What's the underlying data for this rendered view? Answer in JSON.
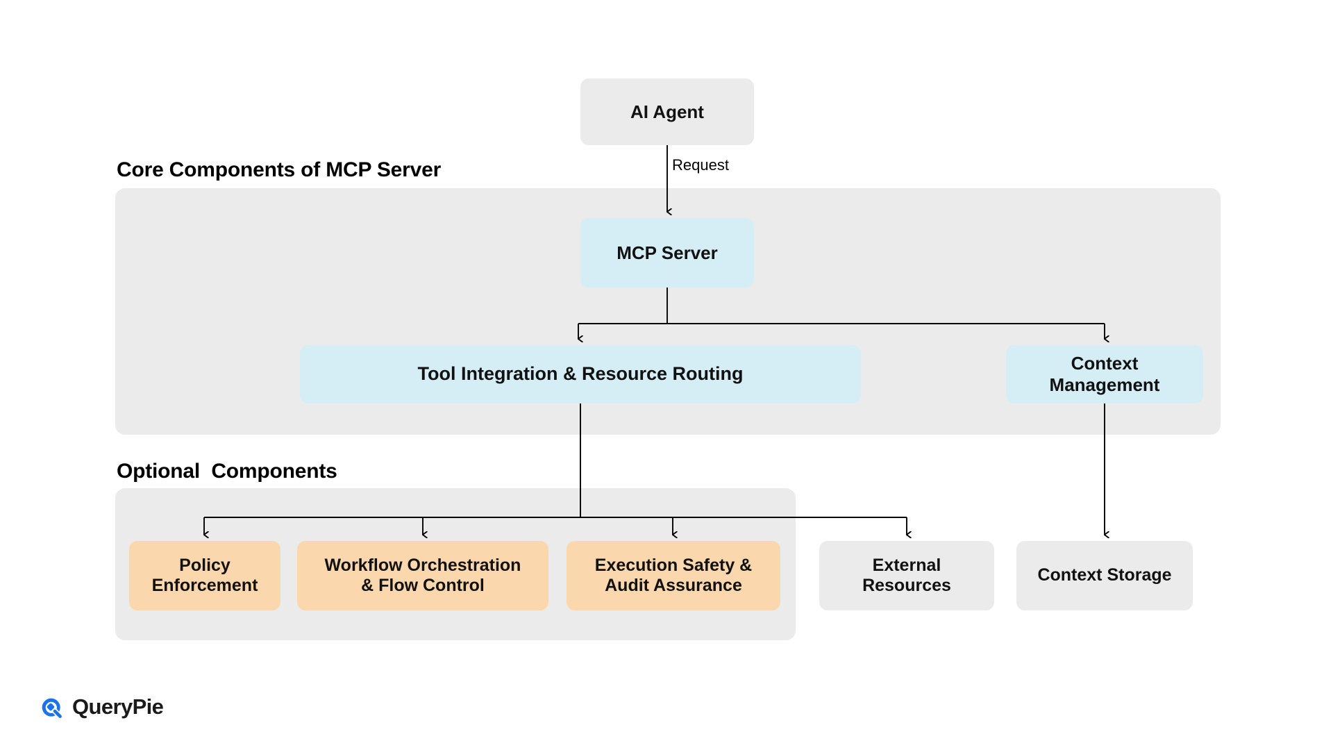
{
  "diagram": {
    "sections": [
      {
        "id": "core",
        "title": "Core Components of MCP Server"
      },
      {
        "id": "optional",
        "title": "Optional  Components"
      }
    ],
    "nodes": {
      "ai_agent": "AI Agent",
      "mcp_server": "MCP Server",
      "tool_integration": "Tool Integration & Resource Routing",
      "context_management": "Context\nManagement",
      "policy_enforcement": "Policy\nEnforcement",
      "workflow_orchestration": "Workflow Orchestration\n& Flow Control",
      "execution_safety": "Execution Safety &\nAudit Assurance",
      "external_resources": "External\nResources",
      "context_storage": "Context Storage"
    },
    "edge_labels": {
      "request": "Request"
    },
    "colors": {
      "panel_grey": "#ebebeb",
      "node_grey": "#ebebeb",
      "node_blue": "#d5eef5",
      "node_orange": "#fbd7ae",
      "connector": "#000000",
      "brand_blue": "#1a73e8",
      "text": "#111111",
      "background": "#ffffff"
    }
  },
  "brand": {
    "name": "QueryPie",
    "logo_icon": "querypie-logo-icon"
  }
}
